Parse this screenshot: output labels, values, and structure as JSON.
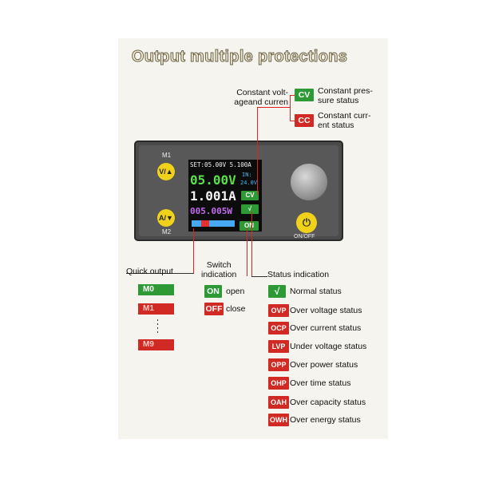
{
  "title": "Output multiple protections",
  "labels": {
    "cv_cc": "Constant volt-\nageand curren",
    "cv_desc": "Constant pres-\nsure status",
    "cc_desc": "Constant curr-\nent status",
    "quick_output": "Quick output",
    "switch_indication": "Switch\nindication",
    "status_indication": "Status indication",
    "on_desc": "open",
    "off_desc": "close"
  },
  "tags": {
    "cv": "CV",
    "cc": "CC",
    "on": "ON",
    "off": "OFF"
  },
  "memory": [
    "M0",
    "M1",
    "M9"
  ],
  "statuses": [
    {
      "code": "√",
      "text": "Normal status",
      "color": "#2d9a36"
    },
    {
      "code": "OVP",
      "text": "Over voltage status",
      "color": "#d12a24"
    },
    {
      "code": "OCP",
      "text": "Over current status",
      "color": "#d12a24"
    },
    {
      "code": "LVP",
      "text": "Under voltage status",
      "color": "#d12a24"
    },
    {
      "code": "OPP",
      "text": "Over power status",
      "color": "#d12a24"
    },
    {
      "code": "OHP",
      "text": "Over time status",
      "color": "#d12a24"
    },
    {
      "code": "OAH",
      "text": "Over capacity status",
      "color": "#d12a24"
    },
    {
      "code": "OWH",
      "text": "Over energy status",
      "color": "#d12a24"
    }
  ],
  "device": {
    "m1": "M1",
    "m2": "M2",
    "btn_up": "V/▲",
    "btn_down": "A/▼",
    "onoff": "ON/OFF",
    "set": "SET:05.00V 5.100A",
    "in_label": "IN:",
    "in_value": "24.0V",
    "voltage": "05.00V",
    "current": "1.001A",
    "power": "005.005W",
    "mode": "CV",
    "status_check": "√",
    "switch": "ON"
  }
}
